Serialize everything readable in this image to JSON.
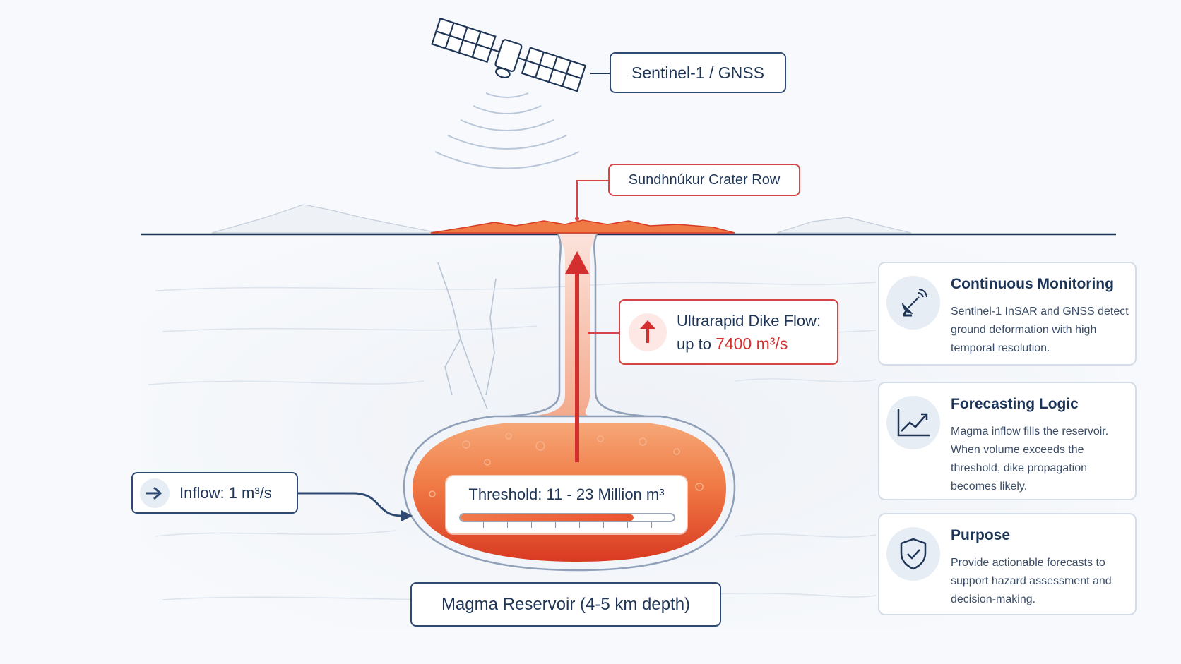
{
  "satellite_label": "Sentinel-1 / GNSS",
  "crater_label": "Sundhnúkur Crater Row",
  "dike_flow": {
    "line1": "Ultrarapid Dike Flow:",
    "line2_prefix": "up to",
    "line2_value": "7400 m³/s"
  },
  "inflow_label": "Inflow: 1 m³/s",
  "threshold": {
    "label": "Threshold: 11 - 23 Million m³",
    "fill_fraction": 0.81
  },
  "reservoir_label": "Magma Reservoir (4-5 km depth)",
  "cards": [
    {
      "title": "Continuous Monitoring",
      "body": "Sentinel-1 InSAR and GNSS detect ground deformation with high temporal resolution.",
      "icon": "satellite-dish-icon"
    },
    {
      "title": "Forecasting Logic",
      "body": "Magma inflow fills the reservoir. When volume exceeds the threshold, dike propagation becomes likely.",
      "icon": "trend-chart-icon"
    },
    {
      "title": "Purpose",
      "body": "Provide actionable forecasts to support hazard assessment and decision-making.",
      "icon": "shield-check-icon"
    }
  ],
  "colors": {
    "navy": "#1f3556",
    "accent_red": "#d32f2f",
    "magma_orange": "#ef6a3a"
  }
}
